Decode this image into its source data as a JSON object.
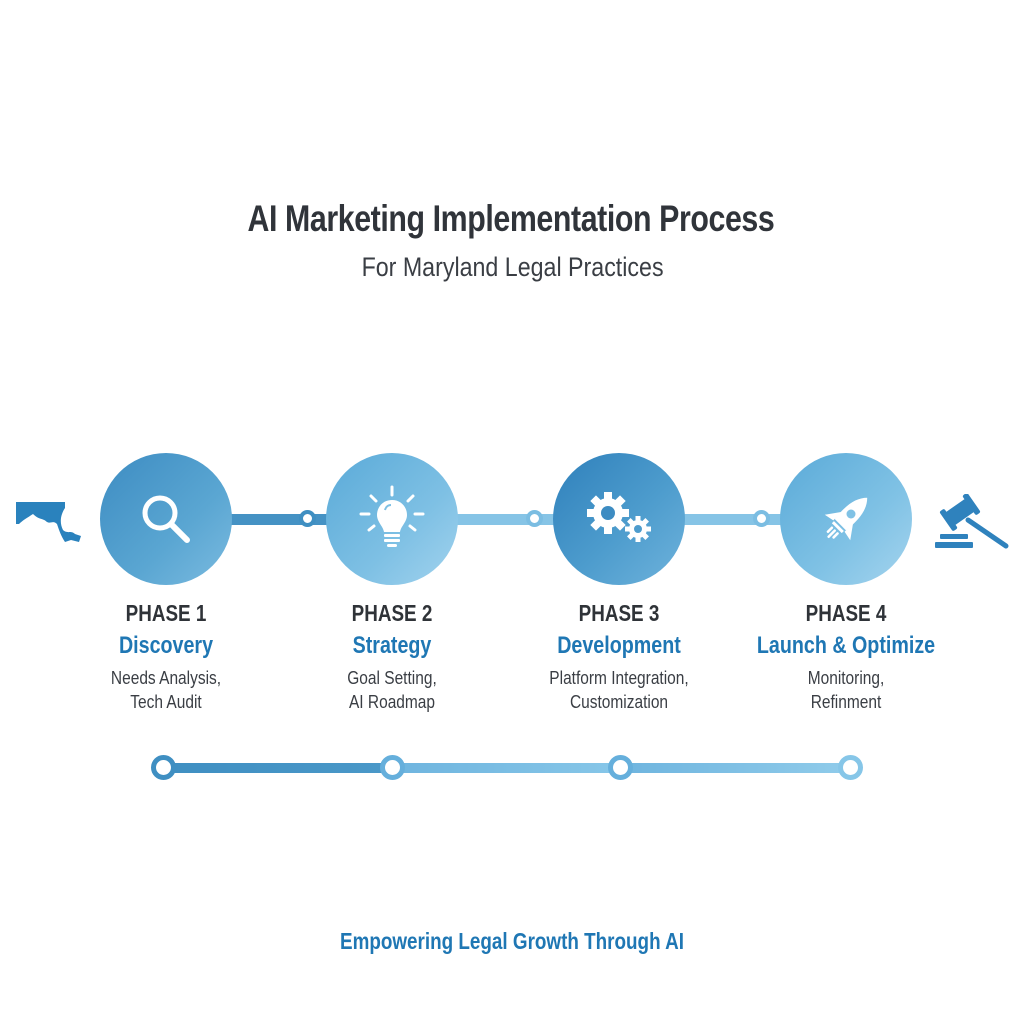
{
  "header": {
    "title": "AI Marketing Implementation Process",
    "subtitle": "For Maryland Legal Practices"
  },
  "colors": {
    "accent_dark": "#3f8fc2",
    "accent_light": "#8ccbea",
    "title_text": "#30343a",
    "phase_name": "#1f77b4"
  },
  "side_icons": {
    "left": "maryland-map-icon",
    "right": "gavel-icon"
  },
  "phases": [
    {
      "number": "PHASE 1",
      "name": "Discovery",
      "desc_line1": "Needs Analysis,",
      "desc_line2": "Tech Audit",
      "icon": "magnifying-glass-icon"
    },
    {
      "number": "PHASE 2",
      "name": "Strategy",
      "desc_line1": "Goal Setting,",
      "desc_line2": "AI Roadmap",
      "icon": "lightbulb-icon"
    },
    {
      "number": "PHASE 3",
      "name": "Development",
      "desc_line1": "Platform Integration,",
      "desc_line2": "Customization",
      "icon": "gears-icon"
    },
    {
      "number": "PHASE 4",
      "name": "Launch & Optimize",
      "desc_line1": "Monitoring,",
      "desc_line2": "Refinment",
      "icon": "rocket-icon"
    }
  ],
  "footer": {
    "tagline": "Empowering Legal Growth Through AI"
  }
}
